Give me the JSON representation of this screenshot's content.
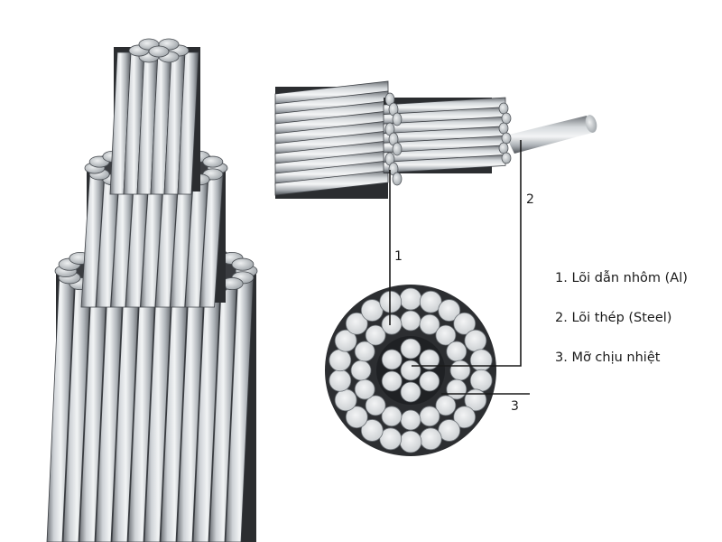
{
  "diagram": {
    "legend": [
      {
        "text": "1. Lõi dẫn nhôm (Al)"
      },
      {
        "text": "2. Lõi thép (Steel)"
      },
      {
        "text": "3. Mỡ chịu nhiệt"
      }
    ],
    "callouts": [
      {
        "number": "1"
      },
      {
        "number": "2"
      },
      {
        "number": "3"
      }
    ]
  }
}
